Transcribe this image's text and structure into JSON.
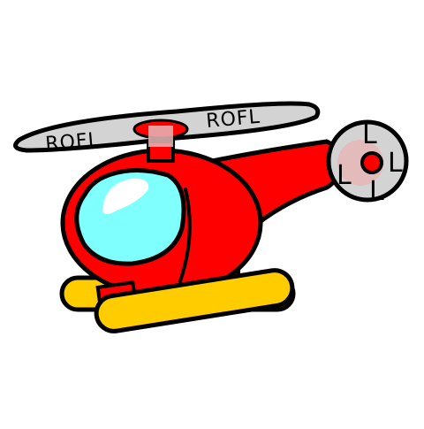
{
  "rotor": {
    "left_text": "ROFL",
    "right_text": "ROFL"
  },
  "tail_rotor": {
    "letters": [
      "L",
      "O",
      "L",
      "L"
    ]
  },
  "colors": {
    "body": "#ff0000",
    "outline": "#000000",
    "window": "#80ffff",
    "skid": "#ffcc00",
    "blade": "#d3d3d3",
    "background": "#ffffff"
  }
}
